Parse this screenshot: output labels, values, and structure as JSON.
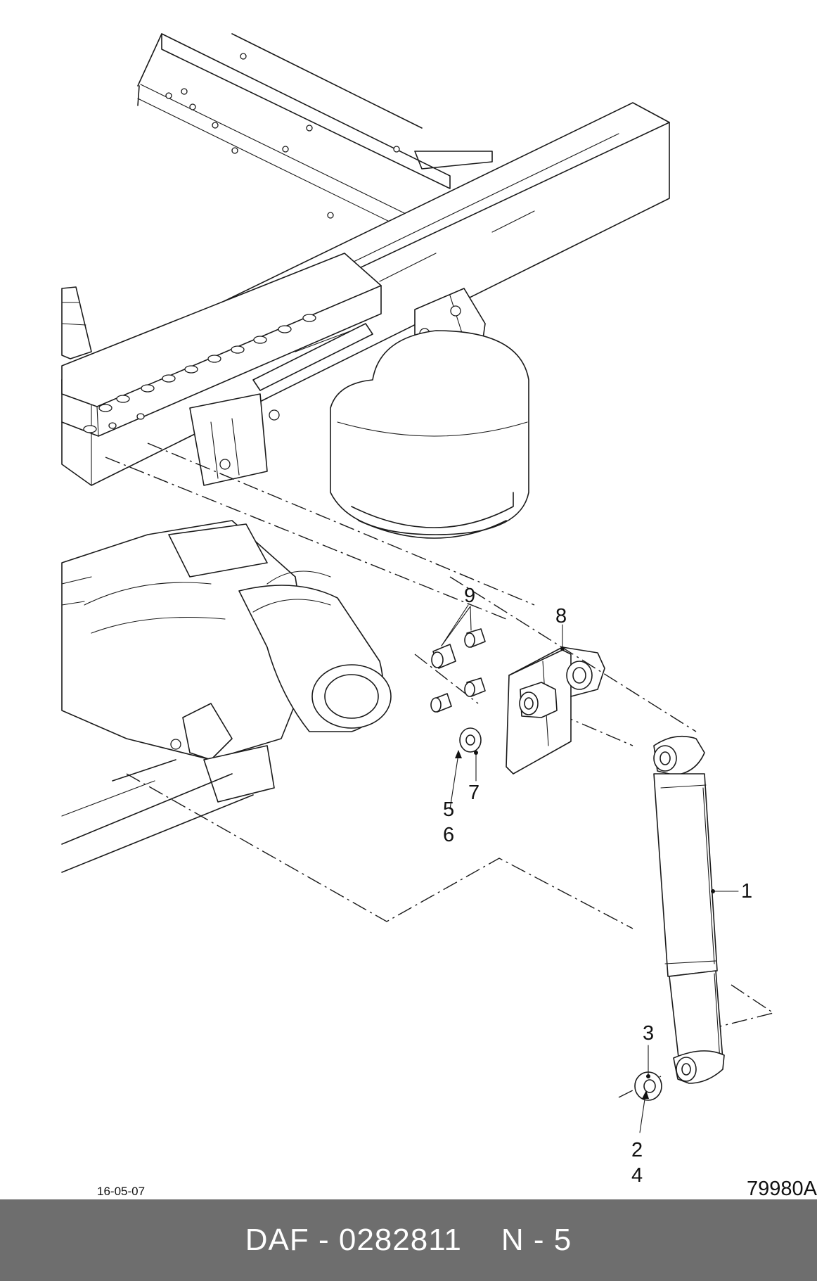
{
  "callouts": {
    "c1": "1",
    "c2": "2",
    "c3": "3",
    "c4": "4",
    "c5": "5",
    "c6": "6",
    "c7": "7",
    "c8": "8",
    "c9": "9"
  },
  "meta": {
    "date": "16-05-07",
    "drawing_ref": "79980A"
  },
  "footer": {
    "brand_part": "DAF - 0282811",
    "group": "N - 5",
    "background_color": "#6e6e6e"
  }
}
